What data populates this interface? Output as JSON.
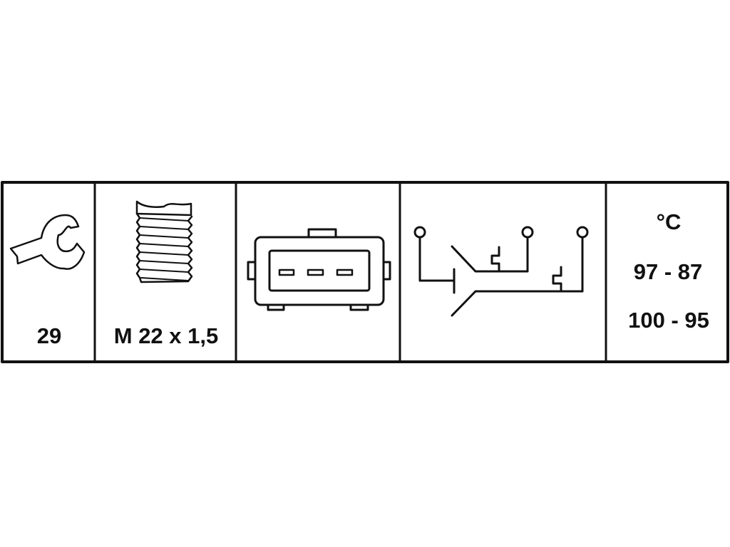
{
  "wrench": {
    "icon": "wrench-icon",
    "size": "29"
  },
  "thread": {
    "icon": "thread-icon",
    "spec": "M 22 x 1,5"
  },
  "connector": {
    "icon": "connector-3pin-icon"
  },
  "circuit": {
    "icon": "switch-circuit-icon"
  },
  "temperature": {
    "unit": "°C",
    "stage1": "97 - 87",
    "stage2": "100 - 95"
  },
  "colors": {
    "line": "#111111",
    "background": "#ffffff"
  }
}
